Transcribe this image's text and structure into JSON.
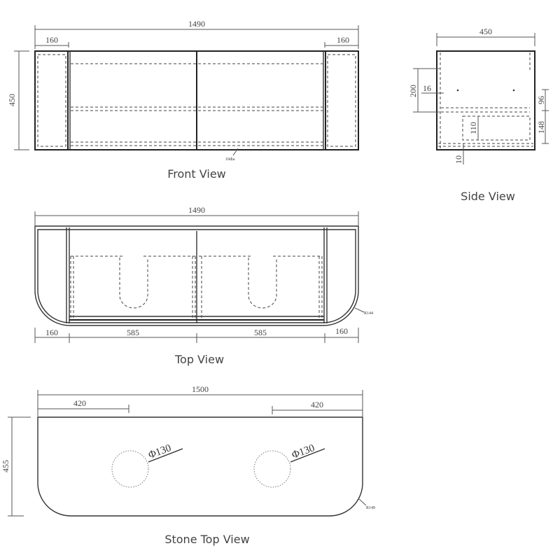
{
  "front_view": {
    "label": "Front View",
    "width": "1490",
    "left_panel": "160",
    "right_panel": "160",
    "height": "450",
    "hole_note": "10dia"
  },
  "side_view": {
    "label": "Side View",
    "depth": "450",
    "dim_200": "200",
    "dim_16": "16",
    "dim_110": "110",
    "dim_96": "96",
    "dim_148": "148",
    "dim_10": "10"
  },
  "top_view": {
    "label": "Top View",
    "width": "1490",
    "dims": [
      "160",
      "585",
      "585",
      "160"
    ],
    "radius": "R144"
  },
  "stone_top_view": {
    "label": "Stone Top View",
    "width": "1500",
    "left_offset": "420",
    "right_offset": "420",
    "depth": "455",
    "hole_left": "Φ130",
    "hole_right": "Φ130",
    "radius": "R149"
  }
}
